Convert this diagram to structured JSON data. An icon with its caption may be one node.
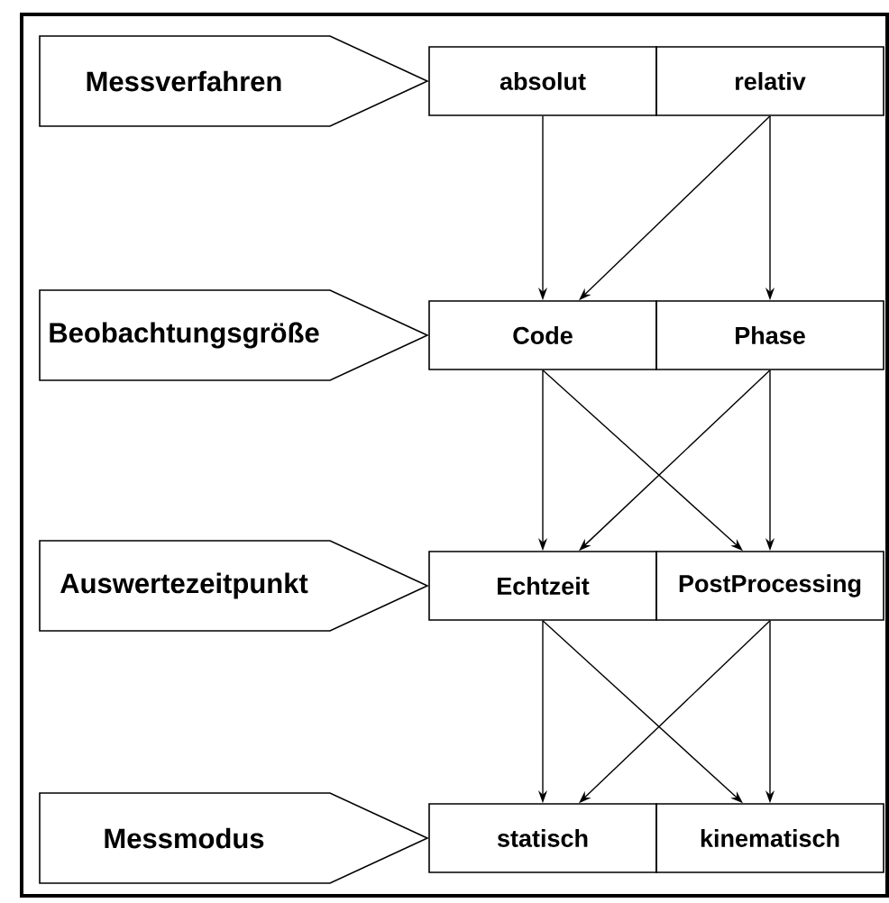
{
  "diagram": {
    "nodes": [
      {
        "text": [
          "Messverfahren"
        ]
      },
      {
        "text": [
          "absolut"
        ]
      },
      {
        "text": [
          "relativ"
        ]
      },
      {
        "text": [
          "Beobachtungsgröße"
        ]
      },
      {
        "text": [
          "Code"
        ]
      },
      {
        "text": [
          "Phase"
        ]
      },
      {
        "text": [
          "Auswertezeitpunkt"
        ]
      },
      {
        "text": [
          "Echtzeit"
        ]
      },
      {
        "text": [
          "PostProcessing"
        ]
      },
      {
        "text": [
          "Messmodus"
        ]
      },
      {
        "text": [
          "statisch"
        ]
      },
      {
        "text": [
          "kinematisch"
        ]
      }
    ],
    "edges": [
      {
        "from": 1,
        "to": 4,
        "arrow": "to"
      },
      {
        "from": 2,
        "to": 4,
        "arrow": "to"
      },
      {
        "from": 2,
        "to": 5,
        "arrow": "to"
      },
      {
        "from": 4,
        "to": 7,
        "arrow": "to"
      },
      {
        "from": 4,
        "to": 8,
        "arrow": "to"
      },
      {
        "from": 5,
        "to": 7,
        "arrow": "to"
      },
      {
        "from": 5,
        "to": 8,
        "arrow": "to"
      },
      {
        "from": 7,
        "to": 10,
        "arrow": "to"
      },
      {
        "from": 7,
        "to": 11,
        "arrow": "to"
      },
      {
        "from": 8,
        "to": 10,
        "arrow": "to"
      },
      {
        "from": 8,
        "to": 11,
        "arrow": "to"
      }
    ]
  }
}
